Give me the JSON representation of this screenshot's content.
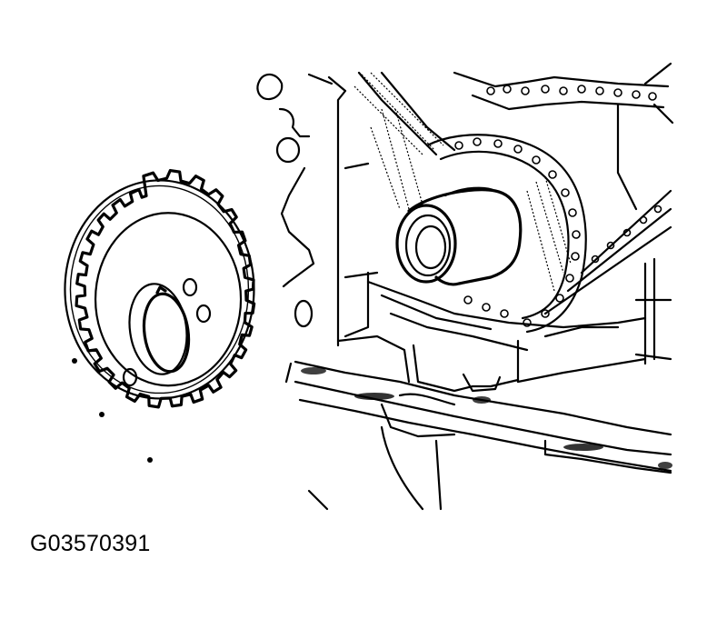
{
  "figure": {
    "id_label": "G03570391",
    "description": "Timing sprocket removed from engine front, timing chain and guides visible",
    "colors": {
      "line": "#000000",
      "background": "#ffffff"
    }
  },
  "components": {
    "sprocket": {
      "name": "timing sprocket",
      "teeth_count": 40,
      "bolt_holes": 3
    },
    "engine": {
      "name": "engine front with timing chain, camshaft/crankshaft nose, chain guides"
    }
  }
}
